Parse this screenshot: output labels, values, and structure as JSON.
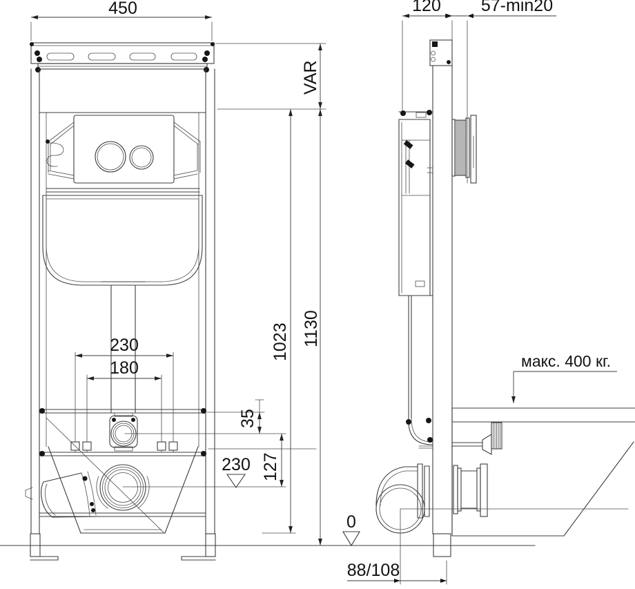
{
  "drawing_type": "installation-frame-technical-drawing",
  "dims": {
    "width_top": "450",
    "depth": "120",
    "wall_gap": "57-min20",
    "var": "VAR",
    "height_inner": "1023",
    "height_total": "1130",
    "stud_spacing_outer": "230",
    "stud_spacing_inner": "180",
    "offset_small": "35",
    "offset_mid": "127",
    "drain_elevation": "230",
    "floor_level": "0",
    "drain_to_wall": "88/108",
    "max_load": "макс. 400 кг."
  },
  "colors": {
    "line": "#3c3c3c",
    "dim_line": "#3a3a3a",
    "text": "#111111",
    "background": "#ffffff"
  }
}
